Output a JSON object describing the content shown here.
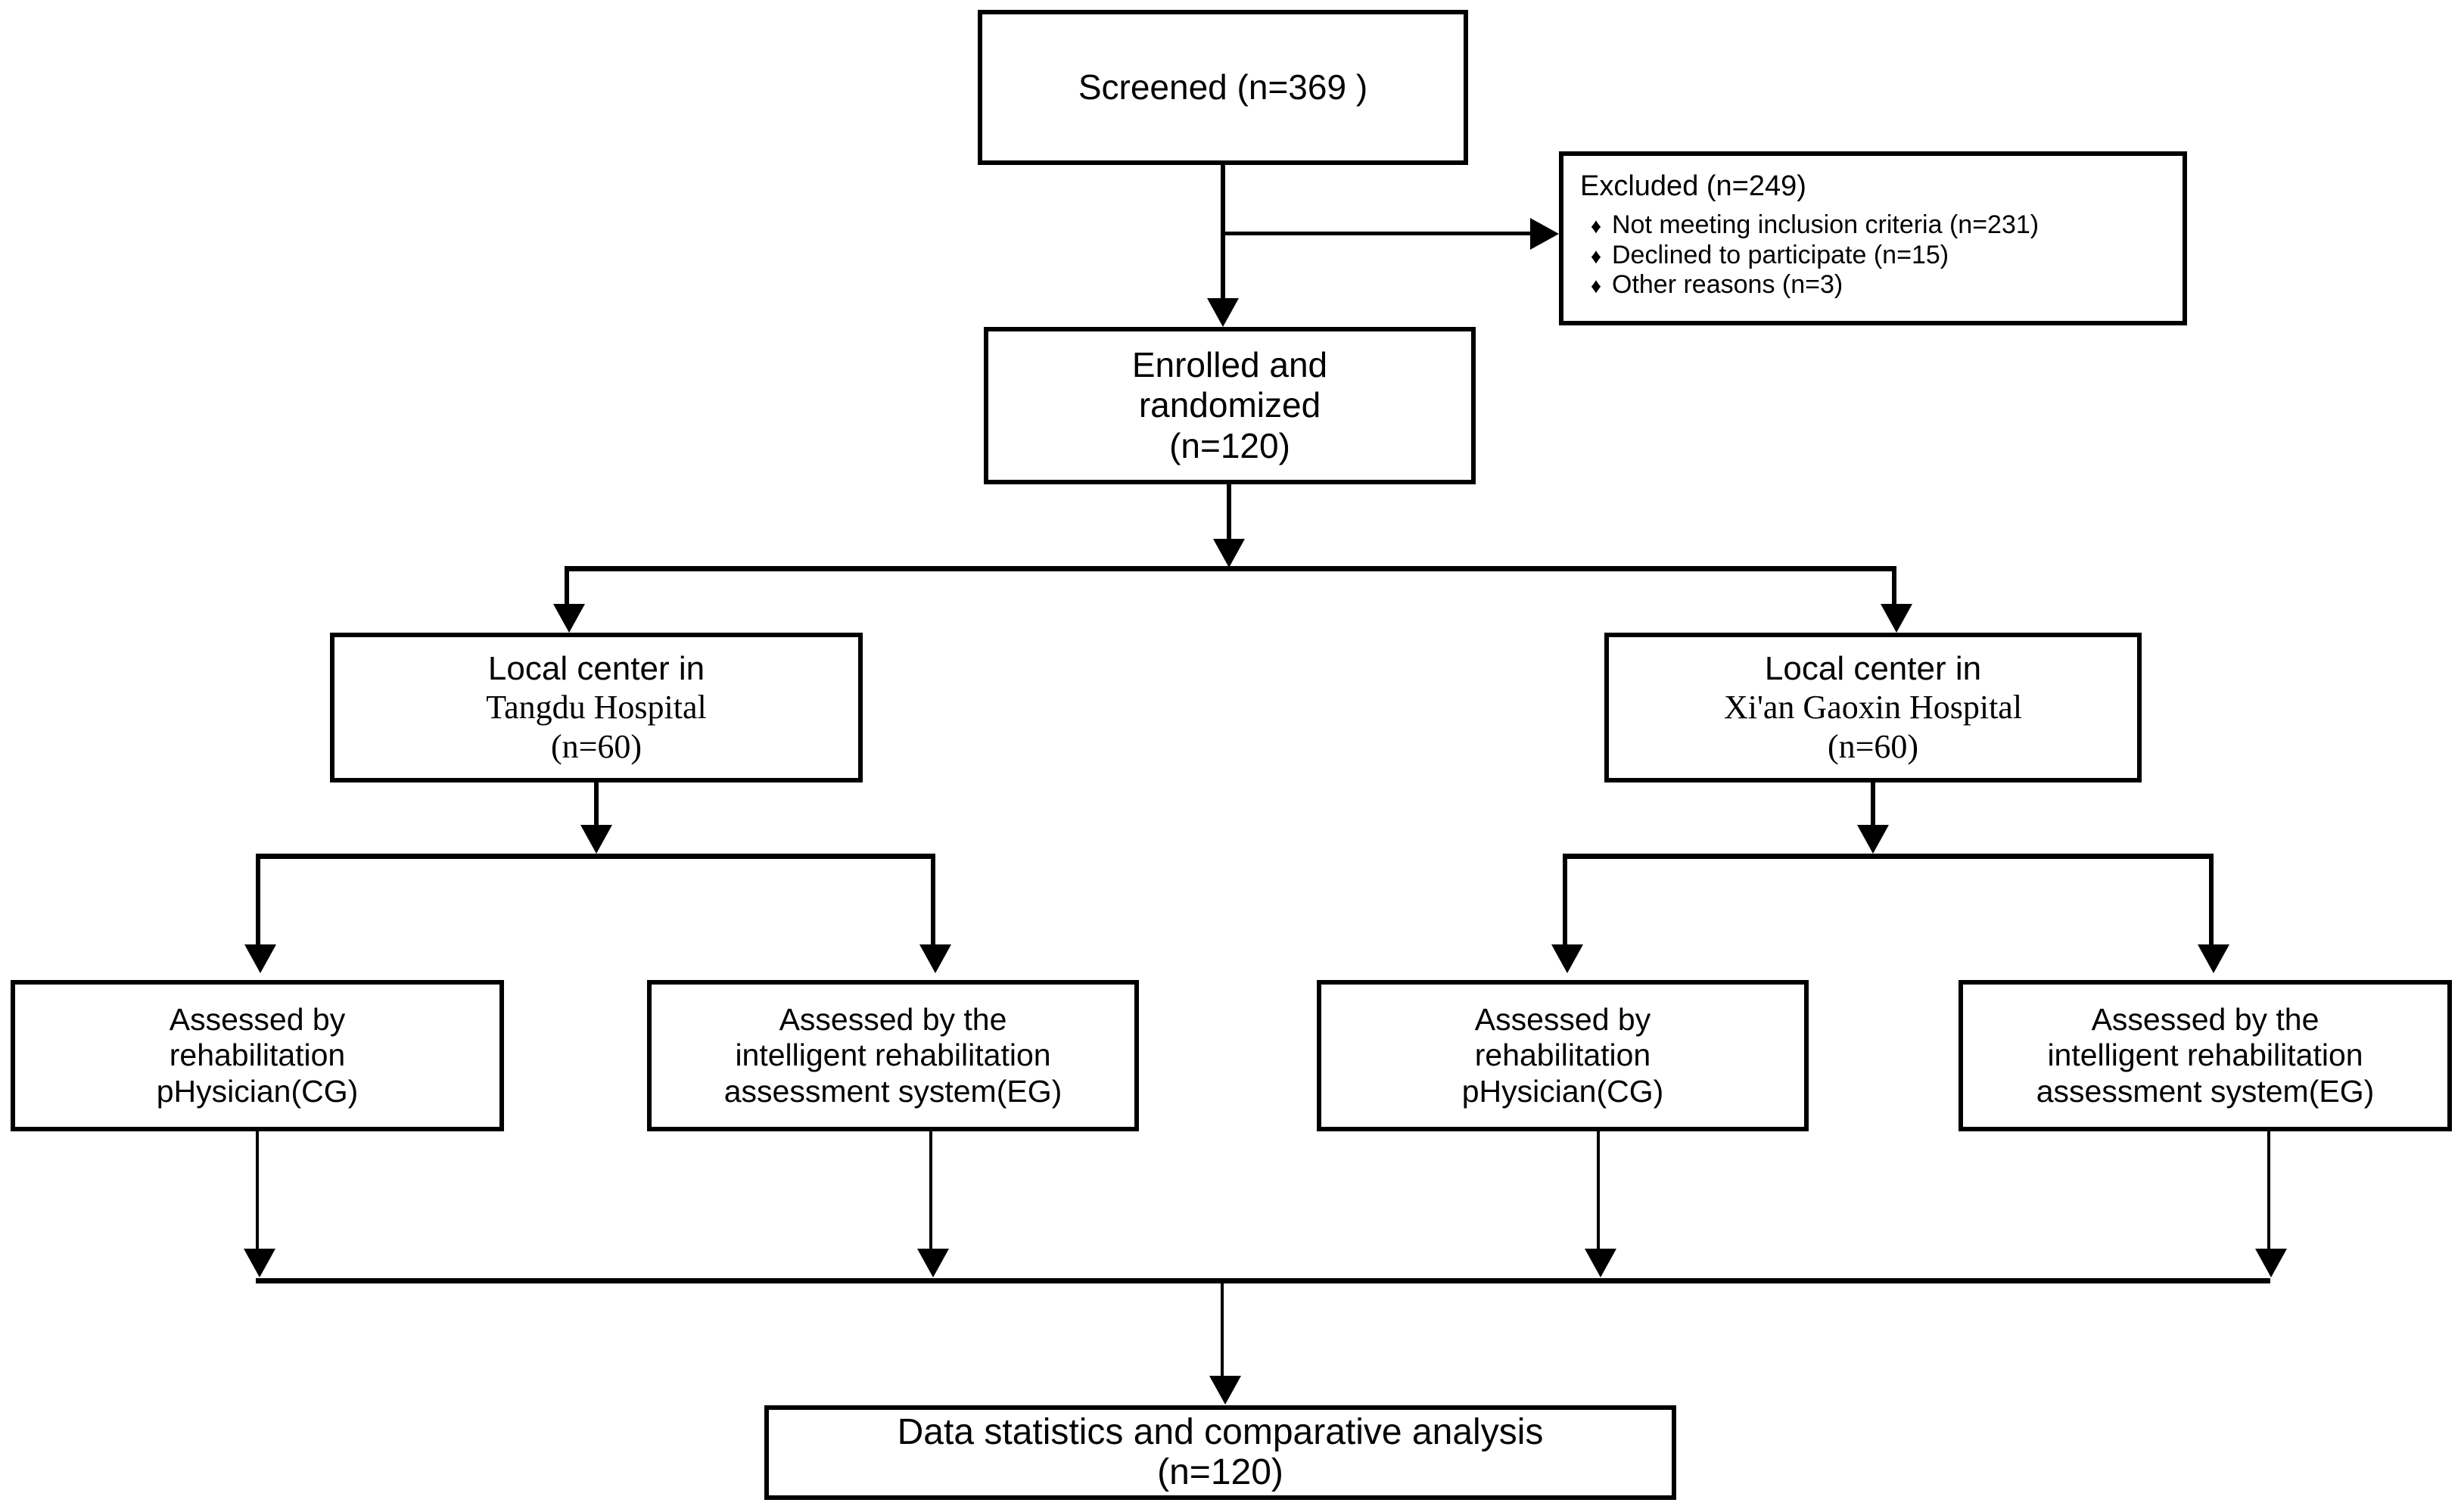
{
  "diagram": {
    "title": "CONSORT participant flow diagram",
    "colors": {
      "stroke": "#000000",
      "background": "#ffffff",
      "text": "#000000"
    }
  },
  "nodes": {
    "screened": {
      "lines": [
        "Screened (n=369 )"
      ],
      "n": 369
    },
    "excluded": {
      "title": "Excluded  (n=249)",
      "n": 249,
      "bullet_glyph": "♦",
      "items": [
        "Not meeting inclusion criteria (n=231)",
        "Declined to participate (n=15)",
        "Other reasons (n=3)"
      ],
      "item_counts": [
        231,
        15,
        3
      ]
    },
    "enrolled": {
      "lines": [
        "Enrolled and",
        "randomized",
        "(n=120)"
      ],
      "n": 120
    },
    "center_left": {
      "line1": "Local center in",
      "line2": "Tangdu Hospital",
      "line3": "(n=60)",
      "n": 60
    },
    "center_right": {
      "line1": "Local center in",
      "line2": "Xi'an Gaoxin Hospital",
      "line3": "(n=60)",
      "n": 60
    },
    "assess_left_cg": {
      "lines": [
        "Assessed by",
        "rehabilitation",
        "pHysician(CG)"
      ],
      "group": "CG"
    },
    "assess_left_eg": {
      "lines": [
        "Assessed by the",
        "intelligent rehabilitation",
        "assessment system(EG)"
      ],
      "group": "EG"
    },
    "assess_right_cg": {
      "lines": [
        "Assessed by",
        "rehabilitation",
        "pHysician(CG)"
      ],
      "group": "CG"
    },
    "assess_right_eg": {
      "lines": [
        "Assessed by the",
        "intelligent rehabilitation",
        "assessment system(EG)"
      ],
      "group": "EG"
    },
    "analysis": {
      "line1": "Data statistics and comparative analysis",
      "line2": "(n=120)",
      "n": 120
    }
  }
}
